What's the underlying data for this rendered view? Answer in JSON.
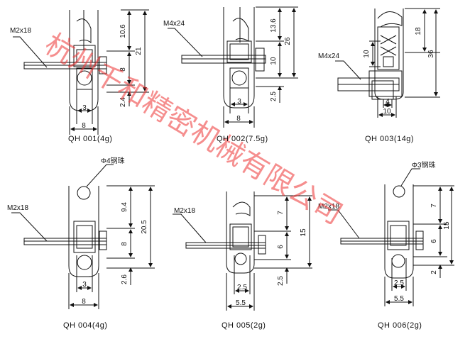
{
  "parts": [
    {
      "caption": "QH 001(4g)",
      "thread": "M2x18",
      "dims": {
        "top": "10.6",
        "total": "21",
        "mid": "8",
        "bottom": "2.4",
        "width_small": "3",
        "width": "8"
      }
    },
    {
      "caption": "QH 002(7.5g)",
      "thread": "M4x24",
      "dims": {
        "top": "13.6",
        "total": "26",
        "mid": "10",
        "bottom": "2.5",
        "width_small": "3",
        "width": "8"
      }
    },
    {
      "caption": "QH 003(14g)",
      "thread": "M4x24",
      "dims": {
        "top": "18",
        "total": "36",
        "mid": "10",
        "width_small": "4",
        "width": "10"
      }
    },
    {
      "caption": "QH 004(4g)",
      "thread": "M2x18",
      "ball": "Φ4钢珠",
      "dims": {
        "top": "9.4",
        "total": "20.5",
        "mid": "8",
        "bottom": "2.6",
        "width_small": "3",
        "width": "8"
      }
    },
    {
      "caption": "QH 005(2g)",
      "thread": "M2x18",
      "dims": {
        "top": "7",
        "total": "15",
        "mid": "6",
        "bottom": "2.5",
        "width_small": "2.5",
        "width": "5.5"
      }
    },
    {
      "caption": "QH 006(2g)",
      "thread": "M2x18",
      "ball": "Φ3钢珠",
      "dims": {
        "top": "7",
        "total": "15",
        "mid": "6",
        "bottom": "2",
        "width_small": "2.5",
        "width": "5.5"
      }
    }
  ],
  "watermark": "杭州千和精密机械有限公司",
  "colors": {
    "line": "#111111",
    "watermark": "#ee3333"
  }
}
